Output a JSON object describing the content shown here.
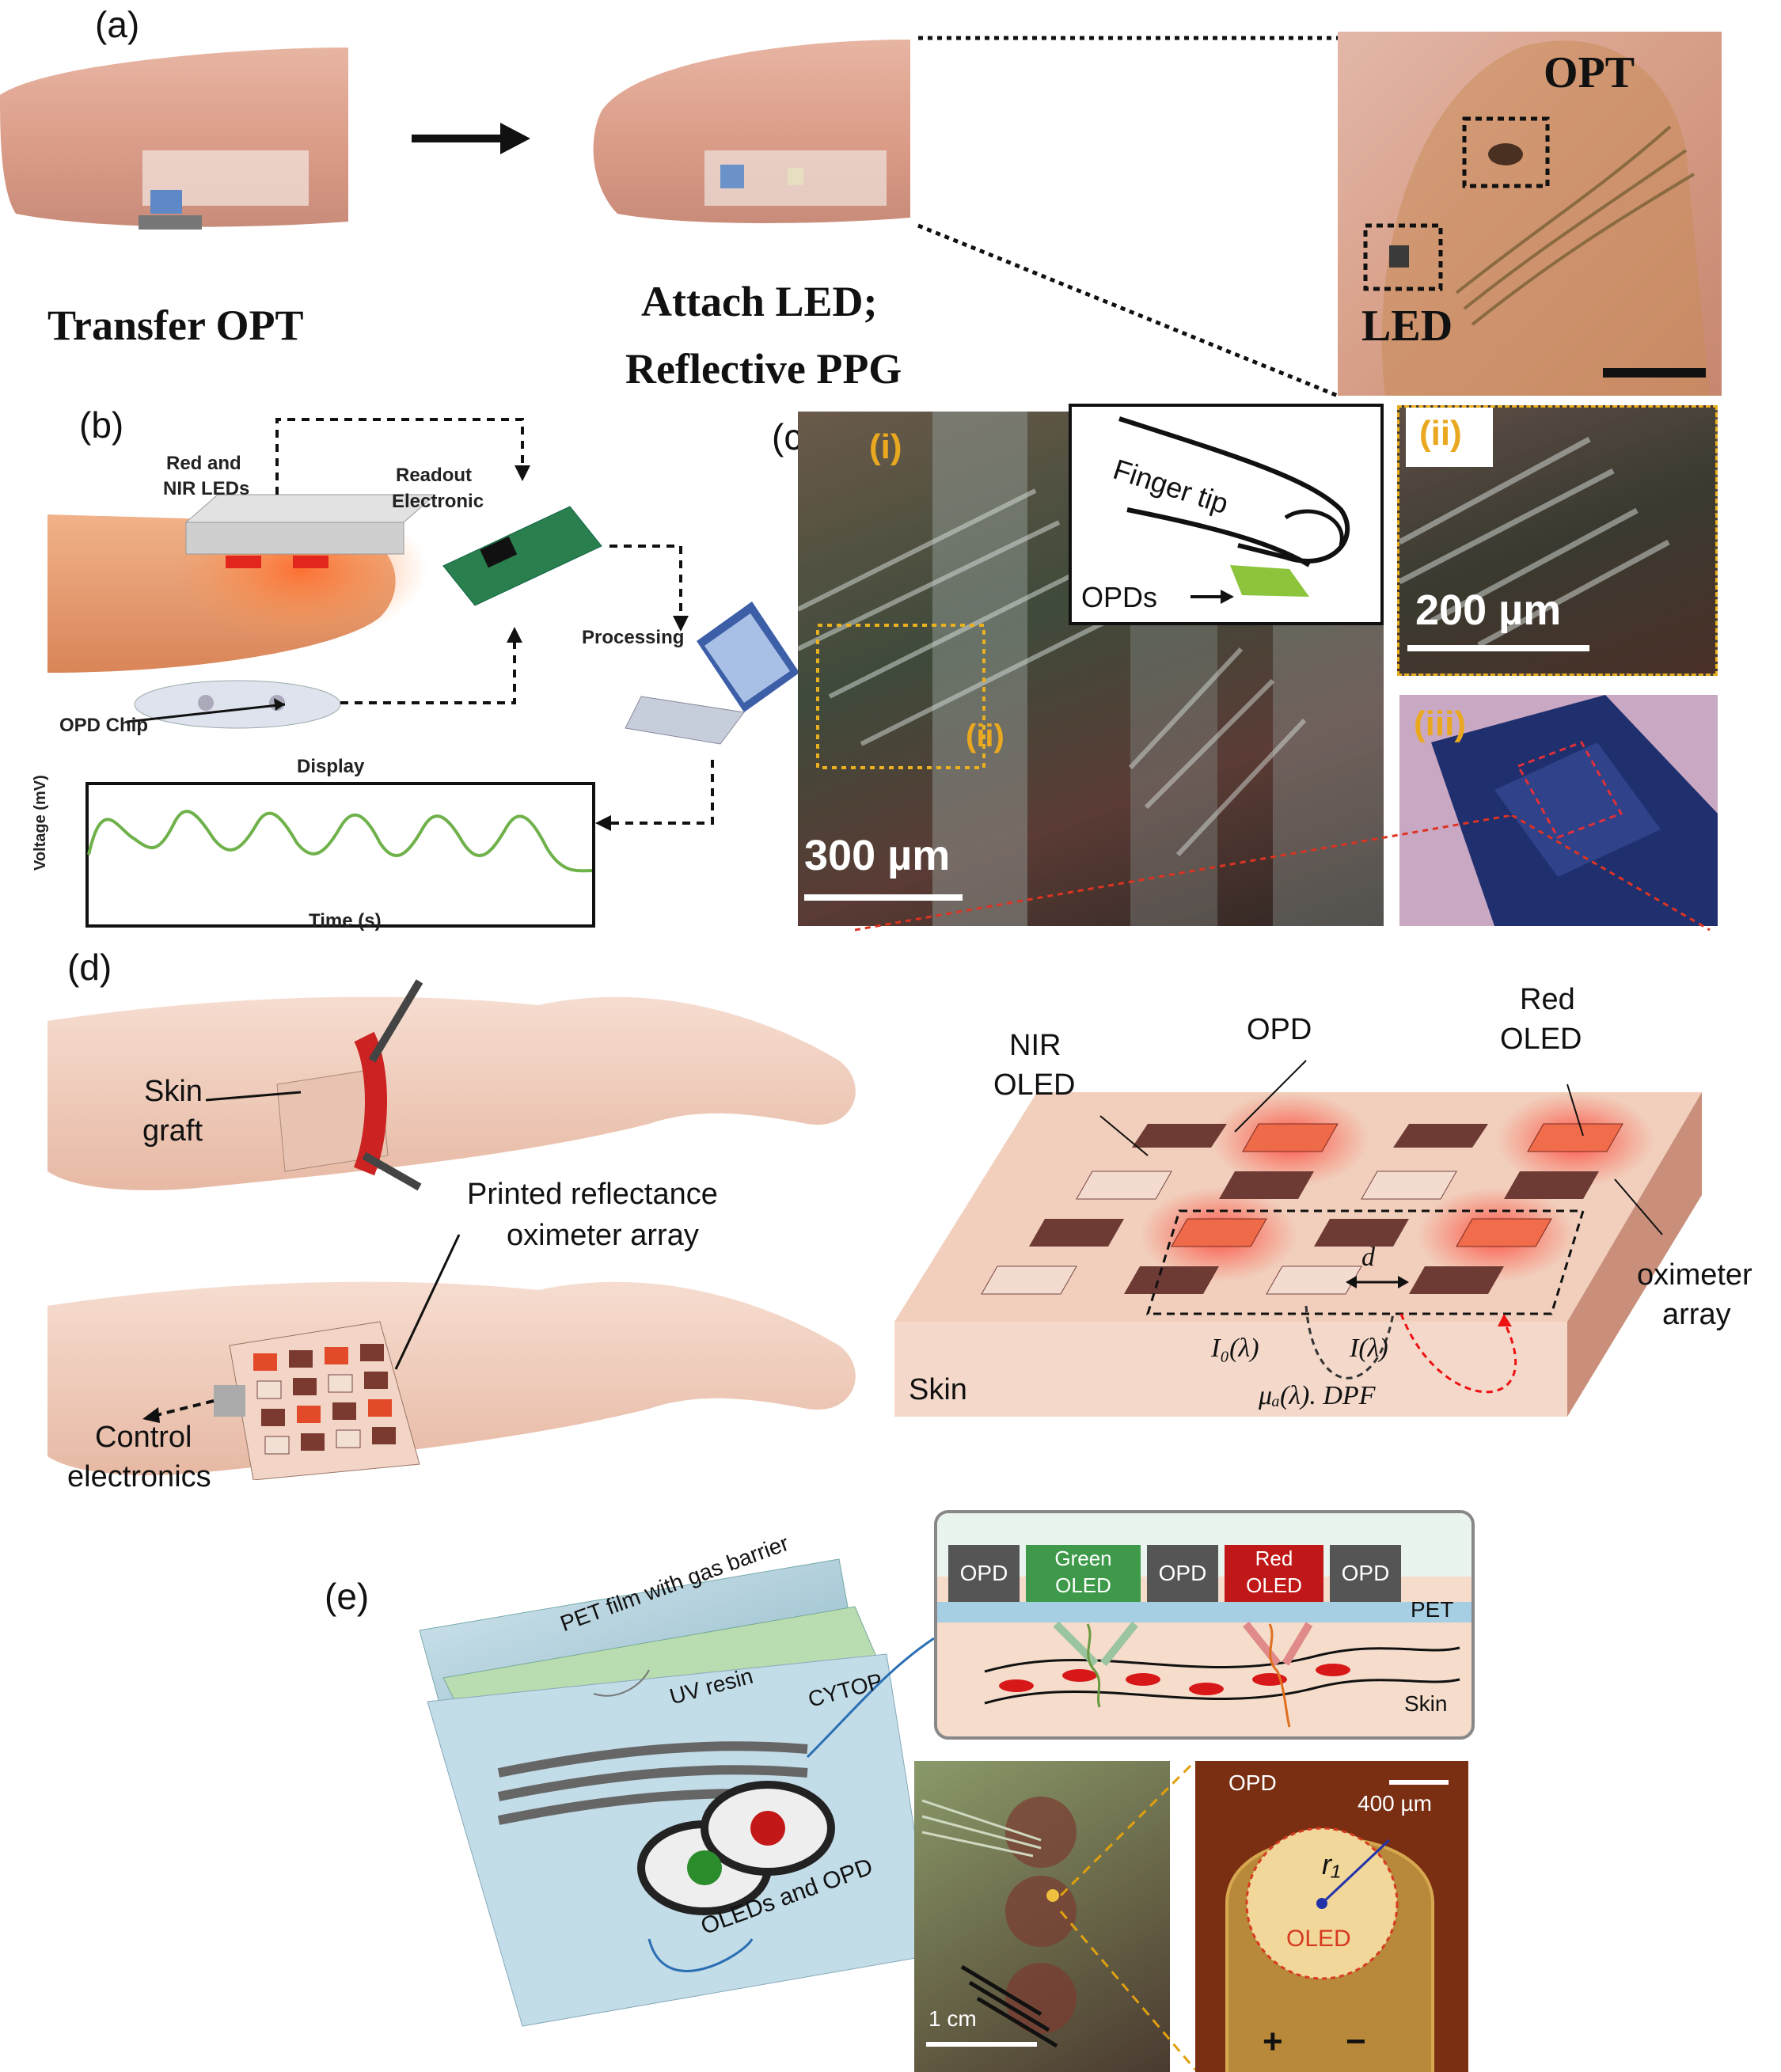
{
  "panel_a": {
    "label": "(a)",
    "caption_left": "Transfer OPT",
    "caption_mid_line1": "Attach LED;",
    "caption_mid_line2": "Reflective PPG",
    "photo_opt": "OPT",
    "photo_led": "LED"
  },
  "panel_b": {
    "label": "(b)",
    "leds_line1": "Red and",
    "leds_line2": "NIR LEDs",
    "readout_line1": "Readout",
    "readout_line2": "Electronic",
    "processing": "Processing",
    "opd_chip": "OPD Chip",
    "display": "Display",
    "ylabel": "Voltage (mV)",
    "xlabel": "Time (s)"
  },
  "panel_c": {
    "label": "(c)",
    "tag_i": "(i)",
    "tag_ii": "(ii)",
    "tag_ii_inner": "(ii)",
    "tag_iii": "(iii)",
    "finger_tip": "Finger tip",
    "opds": "OPDs",
    "scale_300": "300 µm",
    "scale_200": "200 µm"
  },
  "panel_d": {
    "label": "(d)",
    "skin_graft_line1": "Skin",
    "skin_graft_line2": "graft",
    "printed_line1": "Printed reflectance",
    "printed_line2": "oximeter array",
    "control_line1": "Control",
    "control_line2": "electronics",
    "nir_line1": "NIR",
    "nir_line2": "OLED",
    "opd": "OPD",
    "red_line1": "Red",
    "red_line2": "OLED",
    "oximeter_line1": "oximeter",
    "oximeter_line2": "array",
    "skin": "Skin",
    "d": "d",
    "i0": "I₀(λ)",
    "i": "I(λ)",
    "mu": "μₐ(λ). DPF"
  },
  "panel_e": {
    "label": "(e)",
    "pet_film": "PET film with gas barrier",
    "uv_resin": "UV resin",
    "cytop": "CYTOP",
    "oleds_opd": "OLEDs and OPD",
    "stack": [
      "OPD",
      "Green OLED",
      "OPD",
      "Red OLED",
      "OPD"
    ],
    "pet": "PET",
    "skin": "Skin",
    "opd_photo": "OPD",
    "scale_400": "400 µm",
    "r1": "r₁",
    "oled": "OLED",
    "plus": "+",
    "minus": "−",
    "scale_1cm": "1 cm"
  }
}
